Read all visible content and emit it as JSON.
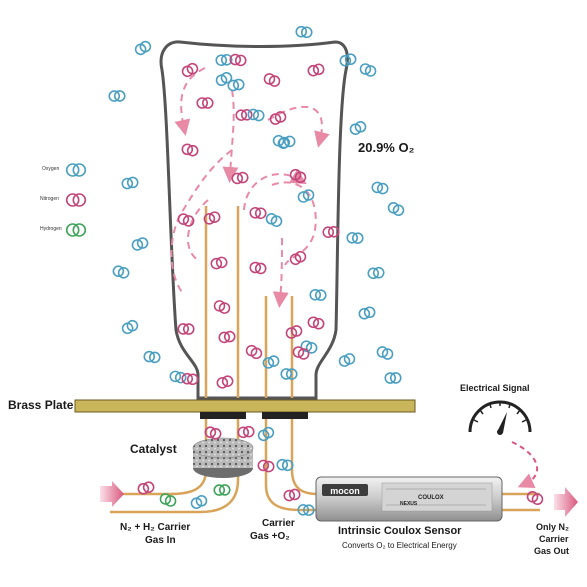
{
  "legend": {
    "oxygen": "Oxygen",
    "nitrogen": "Nitrogen",
    "hydrogen": "Hydrogen"
  },
  "labels": {
    "o2_percent": "20.9% O₂",
    "brass_plate": "Brass Plate",
    "catalyst": "Catalyst",
    "electrical_signal": "Electrical Signal",
    "carrier_in_line1": "N₂ + H₂ Carrier",
    "carrier_in_line2": "Gas In",
    "carrier_o2_line1": "Carrier",
    "carrier_o2_line2": "Gas +O₂",
    "sensor_title": "Intrinsic Coulox Sensor",
    "sensor_subtitle": "Converts O₂ to Electrical Energy",
    "out_line1": "Only N₂",
    "out_line2": "Carrier",
    "out_line3": "Gas Out"
  },
  "sensor": {
    "brand": "mocon",
    "product": "COULOX",
    "sub_brand": "NEXUS"
  },
  "colors": {
    "oxygen": "#4a9fc0",
    "nitrogen": "#c2467a",
    "hydrogen": "#3fa35a",
    "tube": "#d9a35a",
    "brass": "#c9b65a",
    "bottle": "#555555",
    "arrow": "#e88aa6"
  }
}
